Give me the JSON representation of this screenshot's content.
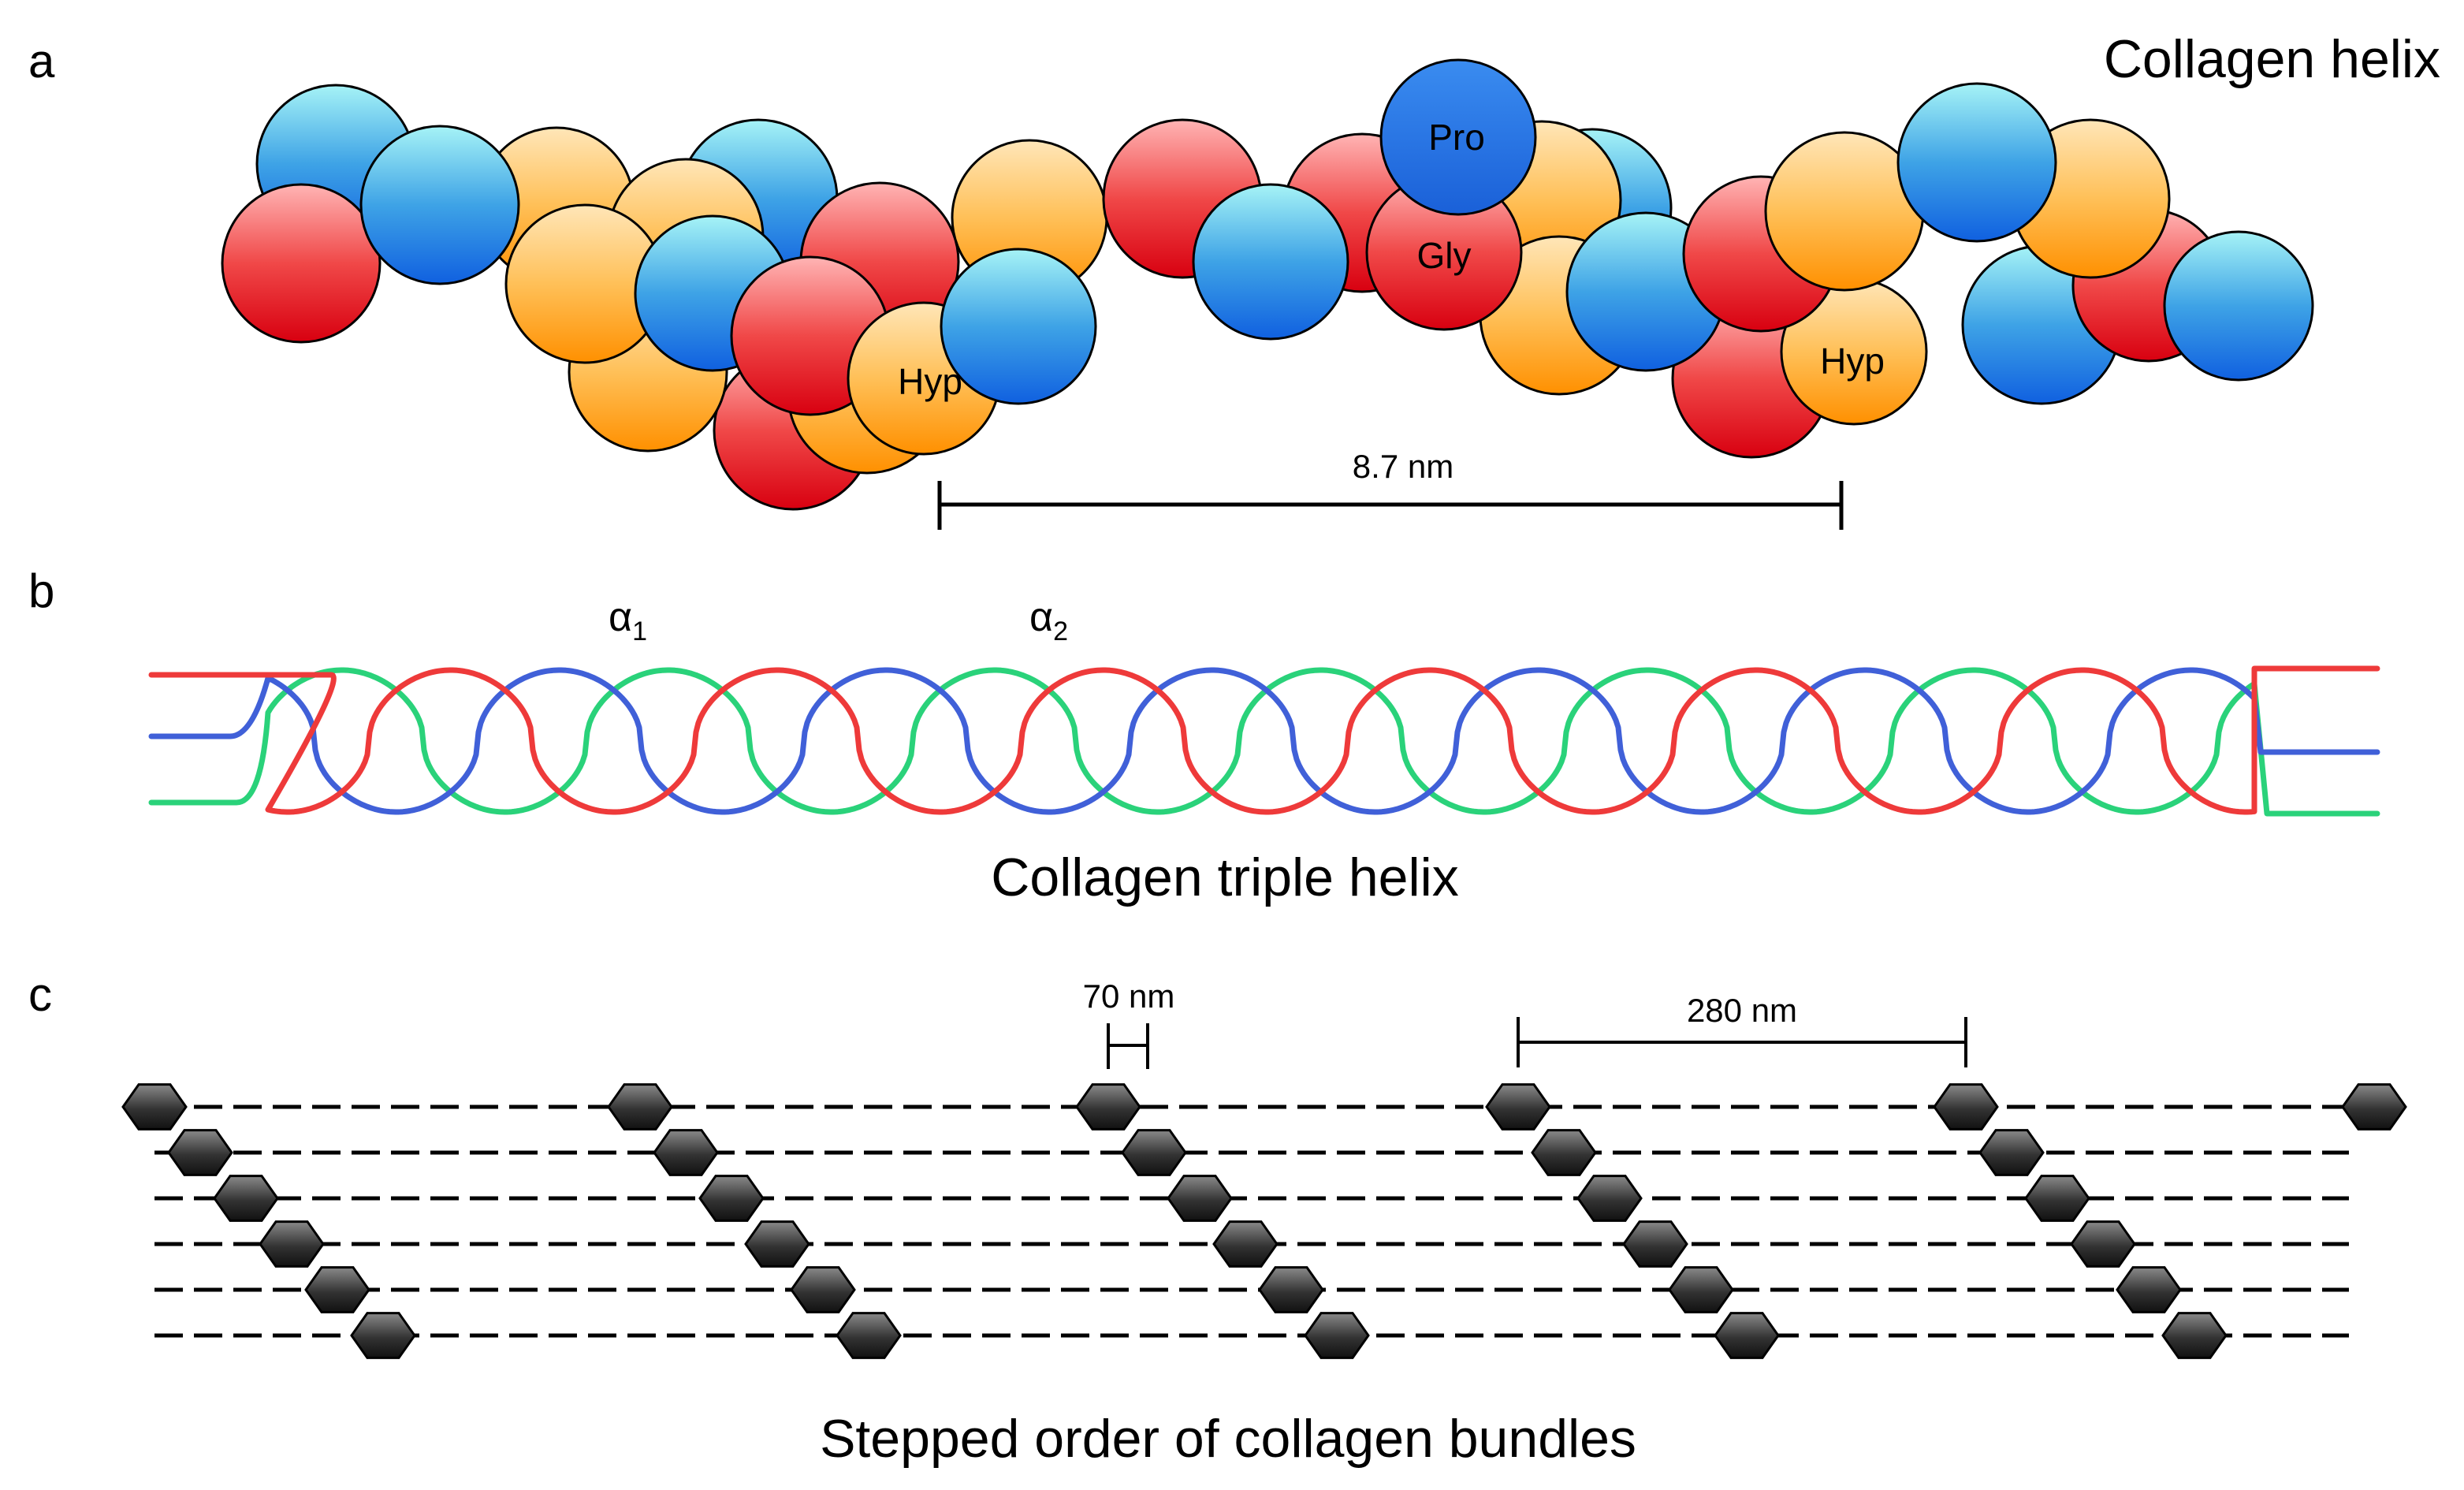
{
  "panels": {
    "a": {
      "label": "a",
      "title": "Collagen helix",
      "residues": {
        "pro": "Pro",
        "gly": "Gly",
        "hyp_left": "Hyp",
        "hyp_right": "Hyp"
      },
      "scale_bar_label": "8.7 nm"
    },
    "b": {
      "label": "b",
      "strand_labels": {
        "alpha1": "α",
        "alpha1_sub": "1",
        "alpha2": "α",
        "alpha2_sub": "2"
      },
      "caption": "Collagen triple helix",
      "colors": {
        "strand_red": "#ee3a3a",
        "strand_green": "#2ad27a",
        "strand_blue": "#4060d8"
      }
    },
    "c": {
      "label": "c",
      "gap_label": "70 nm",
      "period_label": "280 nm",
      "row_count": 6,
      "caption": "Stepped order of collagen bundles"
    }
  },
  "colors": {
    "blue_sphere": "#1f6fe0",
    "orange_sphere": "#ff9a1a",
    "red_sphere": "#e0101c",
    "hexagon": "#2a2a2a"
  }
}
